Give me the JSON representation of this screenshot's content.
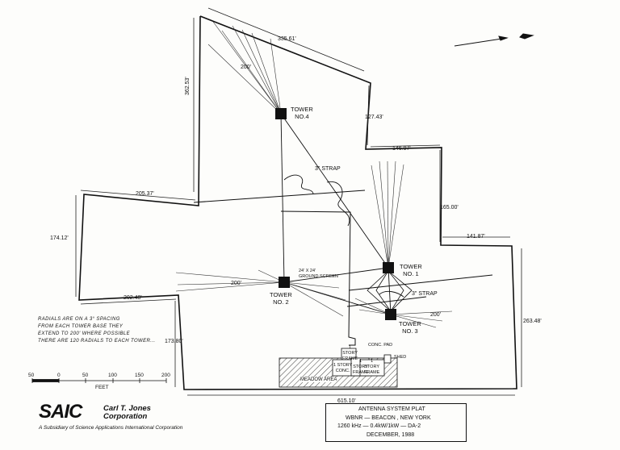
{
  "towers": [
    {
      "name": "TOWER",
      "number": "NO.4"
    },
    {
      "name": "TOWER",
      "number": "NO. 2"
    },
    {
      "name": "TOWER",
      "number": "NO. 1"
    },
    {
      "name": "TOWER",
      "number": "NO. 3"
    }
  ],
  "dimensions": {
    "top_edge": "335.61'",
    "left_upper": "362.53'",
    "upper_right": "127.43'",
    "mid_step": "146.97'",
    "right_upper": "165.00'",
    "right_step": "141.87'",
    "left_arm_top": "205.37'",
    "left_arm_side": "174.12'",
    "left_arm_bottom": "202.48'",
    "left_lower": "173.80'",
    "right_side": "263.48'",
    "bottom": "615.10'",
    "radial_200_t4": "200'",
    "radial_200_t2": "200'",
    "radial_200_t3": "200'"
  },
  "annotations": {
    "strap_top": "3\" STRAP",
    "strap_right": "3\" STRAP",
    "ground_screen_line1": "24' X 24'",
    "ground_screen_line2": "GROUND SCREEN",
    "conc_pad": "CONC. PAD",
    "shed": "SHED",
    "building_a_line1": "1",
    "building_a_line2": "STORY",
    "building_a_line3": "FRAME",
    "building_b_line1": "1 STORY",
    "building_b_line2": "CONC.",
    "building_c_line1": "1",
    "building_c_line2": "STORY",
    "building_c_line3": "FRAME",
    "building_d_line1": "1",
    "building_d_line2": "STORY",
    "building_d_line3": "FRAME",
    "road": "MEADOW AREA"
  },
  "note": [
    "RADIALS ARE ON A 3° SPACING",
    "FROM EACH TOWER BASE THEY",
    "EXTEND TO 200' WHERE POSSIBLE",
    "THERE ARE 120 RADIALS TO EACH TOWER..."
  ],
  "scale": {
    "ticks": [
      "50",
      "0",
      "50",
      "100",
      "150",
      "200"
    ],
    "unit": "FEET"
  },
  "logo": {
    "mark": "SAIC",
    "corp_line1": "Carl T. Jones",
    "corp_line2": "Corporation",
    "subsidiary": "A Subsidiary of Science Applications International Corporation"
  },
  "title_block": {
    "title": "ANTENNA SYSTEM PLAT",
    "station": "WBNR — BEACON , NEW YORK",
    "params": "1260 kHz — 0.4kW/1kW — DA-2",
    "date": "DECEMBER, 1988"
  }
}
